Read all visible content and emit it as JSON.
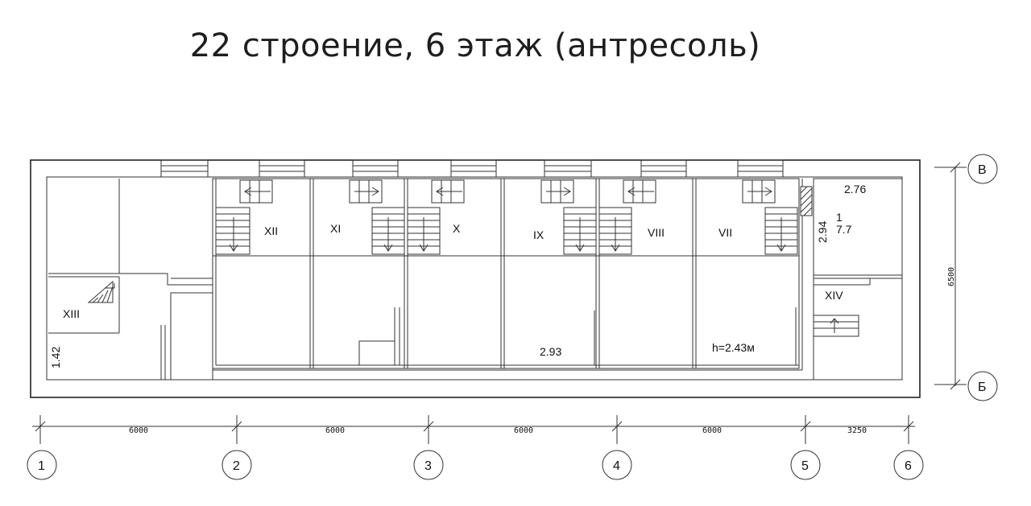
{
  "title": "22 строение, 6 этаж (антресоль)",
  "rooms": {
    "xii": "XII",
    "xi": "XI",
    "x": "X",
    "ix": "IX",
    "viii": "VIII",
    "vii": "VII",
    "xiii": "XIII",
    "xiv": "XIV",
    "room1_number": "1",
    "room1_area": "7.7"
  },
  "measures": {
    "m276": "2.76",
    "m294": "2.94",
    "m142": "1.42",
    "m293": "2.93",
    "height": "h=2.43м"
  },
  "dimensions": {
    "d1": "6000",
    "d2": "6000",
    "d3": "6000",
    "d4": "6000",
    "d5": "3250",
    "total_height": "6500"
  },
  "axes_x": [
    "1",
    "2",
    "3",
    "4",
    "5",
    "6"
  ],
  "axes_y": {
    "top": "В",
    "bottom": "Б"
  }
}
